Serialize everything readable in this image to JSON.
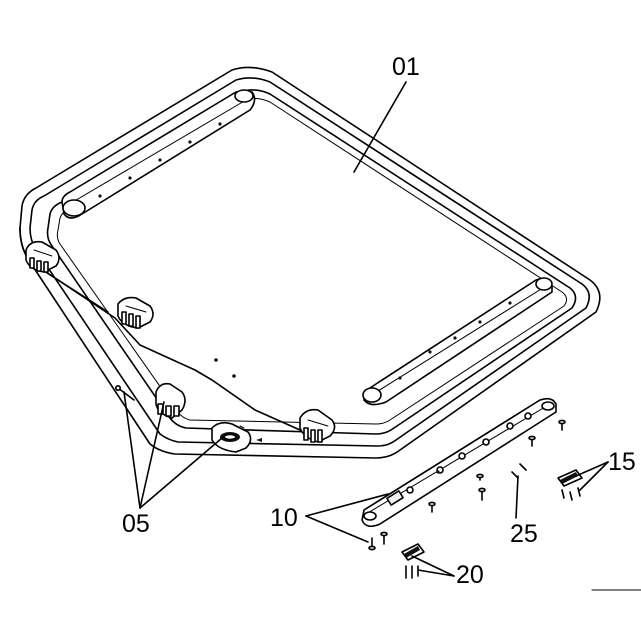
{
  "labels": {
    "p01": "01",
    "p05": "05",
    "p10": "10",
    "p15": "15",
    "p20": "20",
    "p25": "25"
  },
  "colors": {
    "line": "#000000",
    "background": "#ffffff"
  }
}
